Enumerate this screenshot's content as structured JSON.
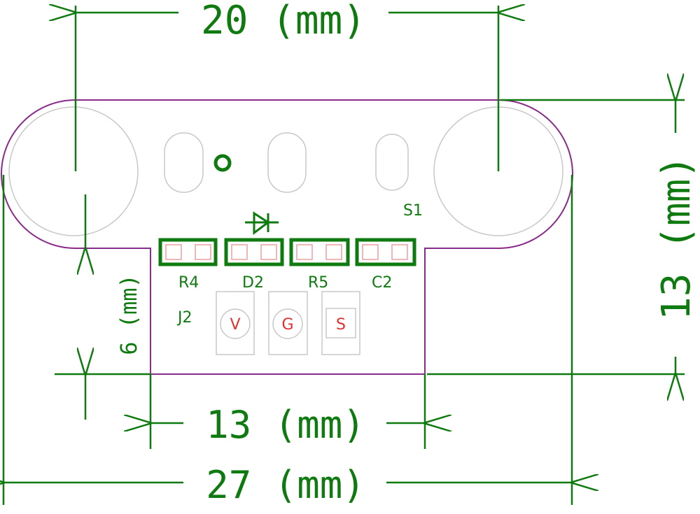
{
  "dimensions": {
    "top_width": "20 (mm)",
    "right_height": "13 (mm)",
    "left_notch": "6 (mm)",
    "bottom_notch": "13 (mm)",
    "overall_width": "27 (mm)"
  },
  "components": {
    "r4": "R4",
    "d2": "D2",
    "r5": "R5",
    "c2": "C2",
    "s1": "S1",
    "j2": "J2"
  },
  "pins": {
    "v": "V",
    "g": "G",
    "s": "S"
  },
  "colors": {
    "silkscreen": "#0f7a0f",
    "outline": "#8a2a8a",
    "pin_label": "#e03030"
  }
}
